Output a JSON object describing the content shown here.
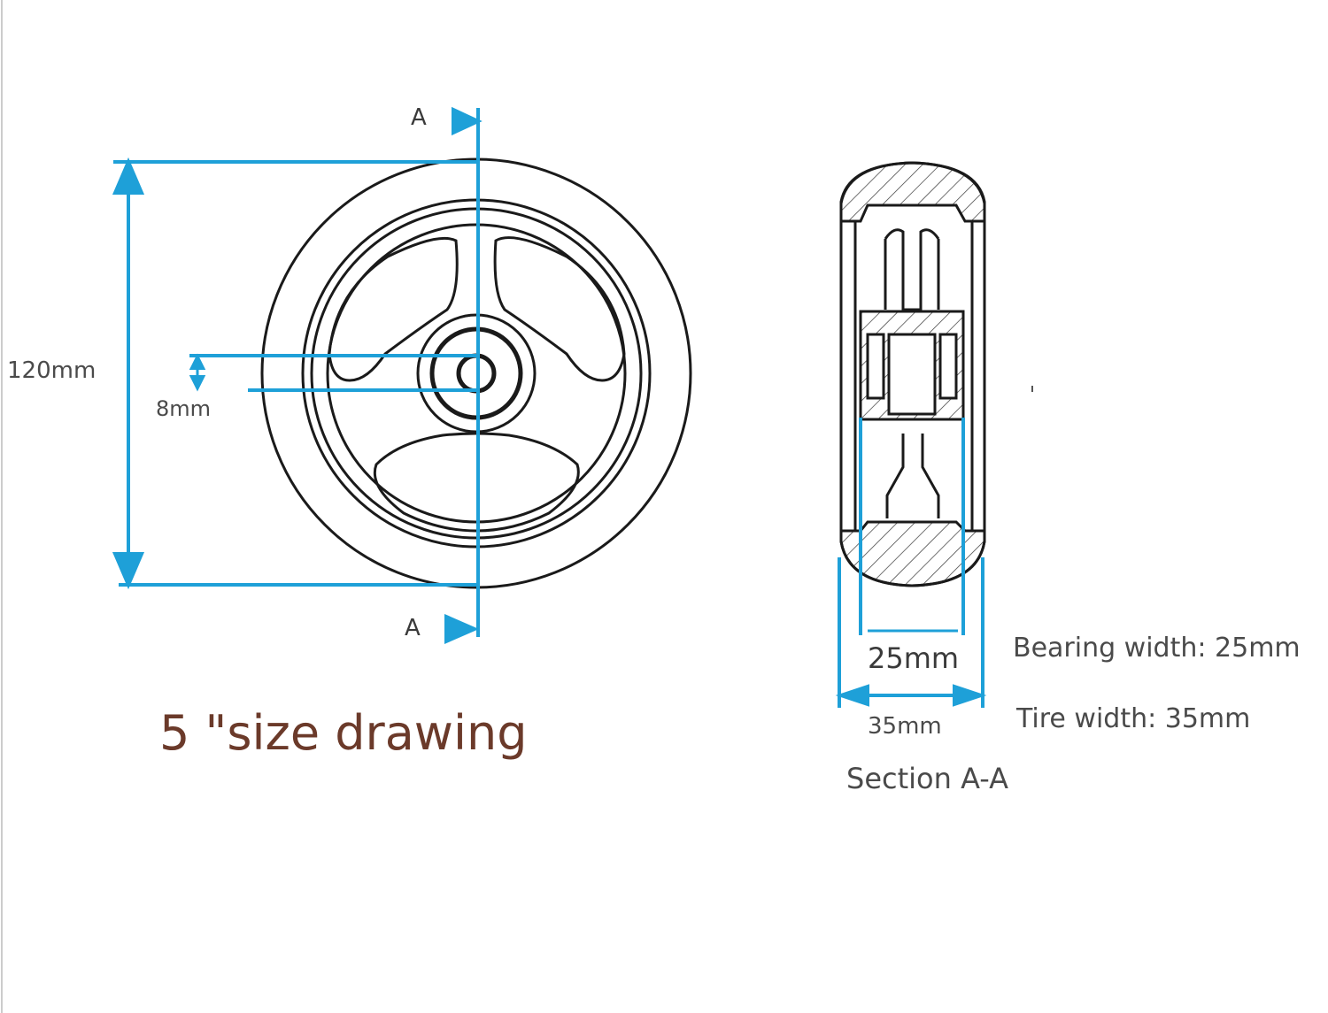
{
  "colors": {
    "dimension_line": "#1ea0d8",
    "outline": "#1a1a1a",
    "title_text": "#6b3a2a",
    "label_text": "#4a4a4a"
  },
  "front_view": {
    "section_mark_top": "A",
    "section_mark_bottom": "A",
    "diameter_label": "120mm",
    "bore_label": "8mm",
    "title": "5 \"size drawing"
  },
  "section_view": {
    "bearing_dim_label": "25mm",
    "tire_dim_label": "35mm",
    "bearing_note": "Bearing width: 25mm",
    "tire_note": "Tire width: 35mm",
    "caption": "Section A-A"
  }
}
